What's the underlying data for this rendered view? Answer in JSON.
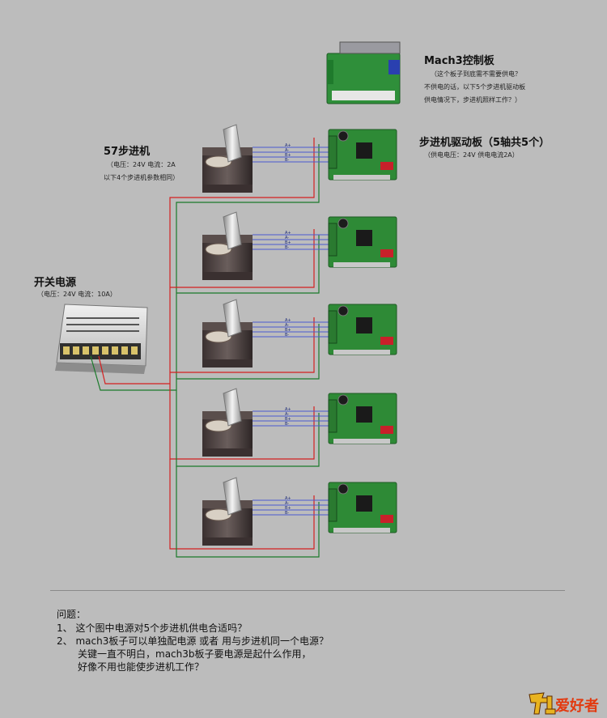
{
  "controller": {
    "title": "Mach3控制板",
    "notes": [
      "（这个板子到底需不需要供电？",
      "不供电的话，以下5个步进机驱动板",
      "供电情况下，步进机照样工作？）"
    ]
  },
  "motor": {
    "title": "57步进机",
    "spec": "（电压：24V  电流：2A",
    "note": "以下4个步进机参数相同）"
  },
  "driver": {
    "title": "步进机驱动板（5轴共5个）",
    "spec": "（供电电压：24V    供电电流2A）"
  },
  "psu": {
    "title": "开关电源",
    "spec": "（电压：24V   电流：10A）"
  },
  "wire_labels": [
    "A+",
    "A-",
    "B+",
    "B-"
  ],
  "wire_colors": {
    "red": "#d42020",
    "green": "#1a7a2a",
    "signal": "#4a5ad0"
  },
  "questions": {
    "heading": "问题：",
    "q1": "1、 这个图中电源对5个步进机供电合适吗？",
    "q2": "2、 mach3板子可以单独配电源 或者 用与步进机同一个电源？",
    "q3": "关键一直不明白，mach3b板子要电源是起什么作用，",
    "q4": "好像不用也能使步进机工作？"
  },
  "logo": {
    "text": "爱好者"
  }
}
